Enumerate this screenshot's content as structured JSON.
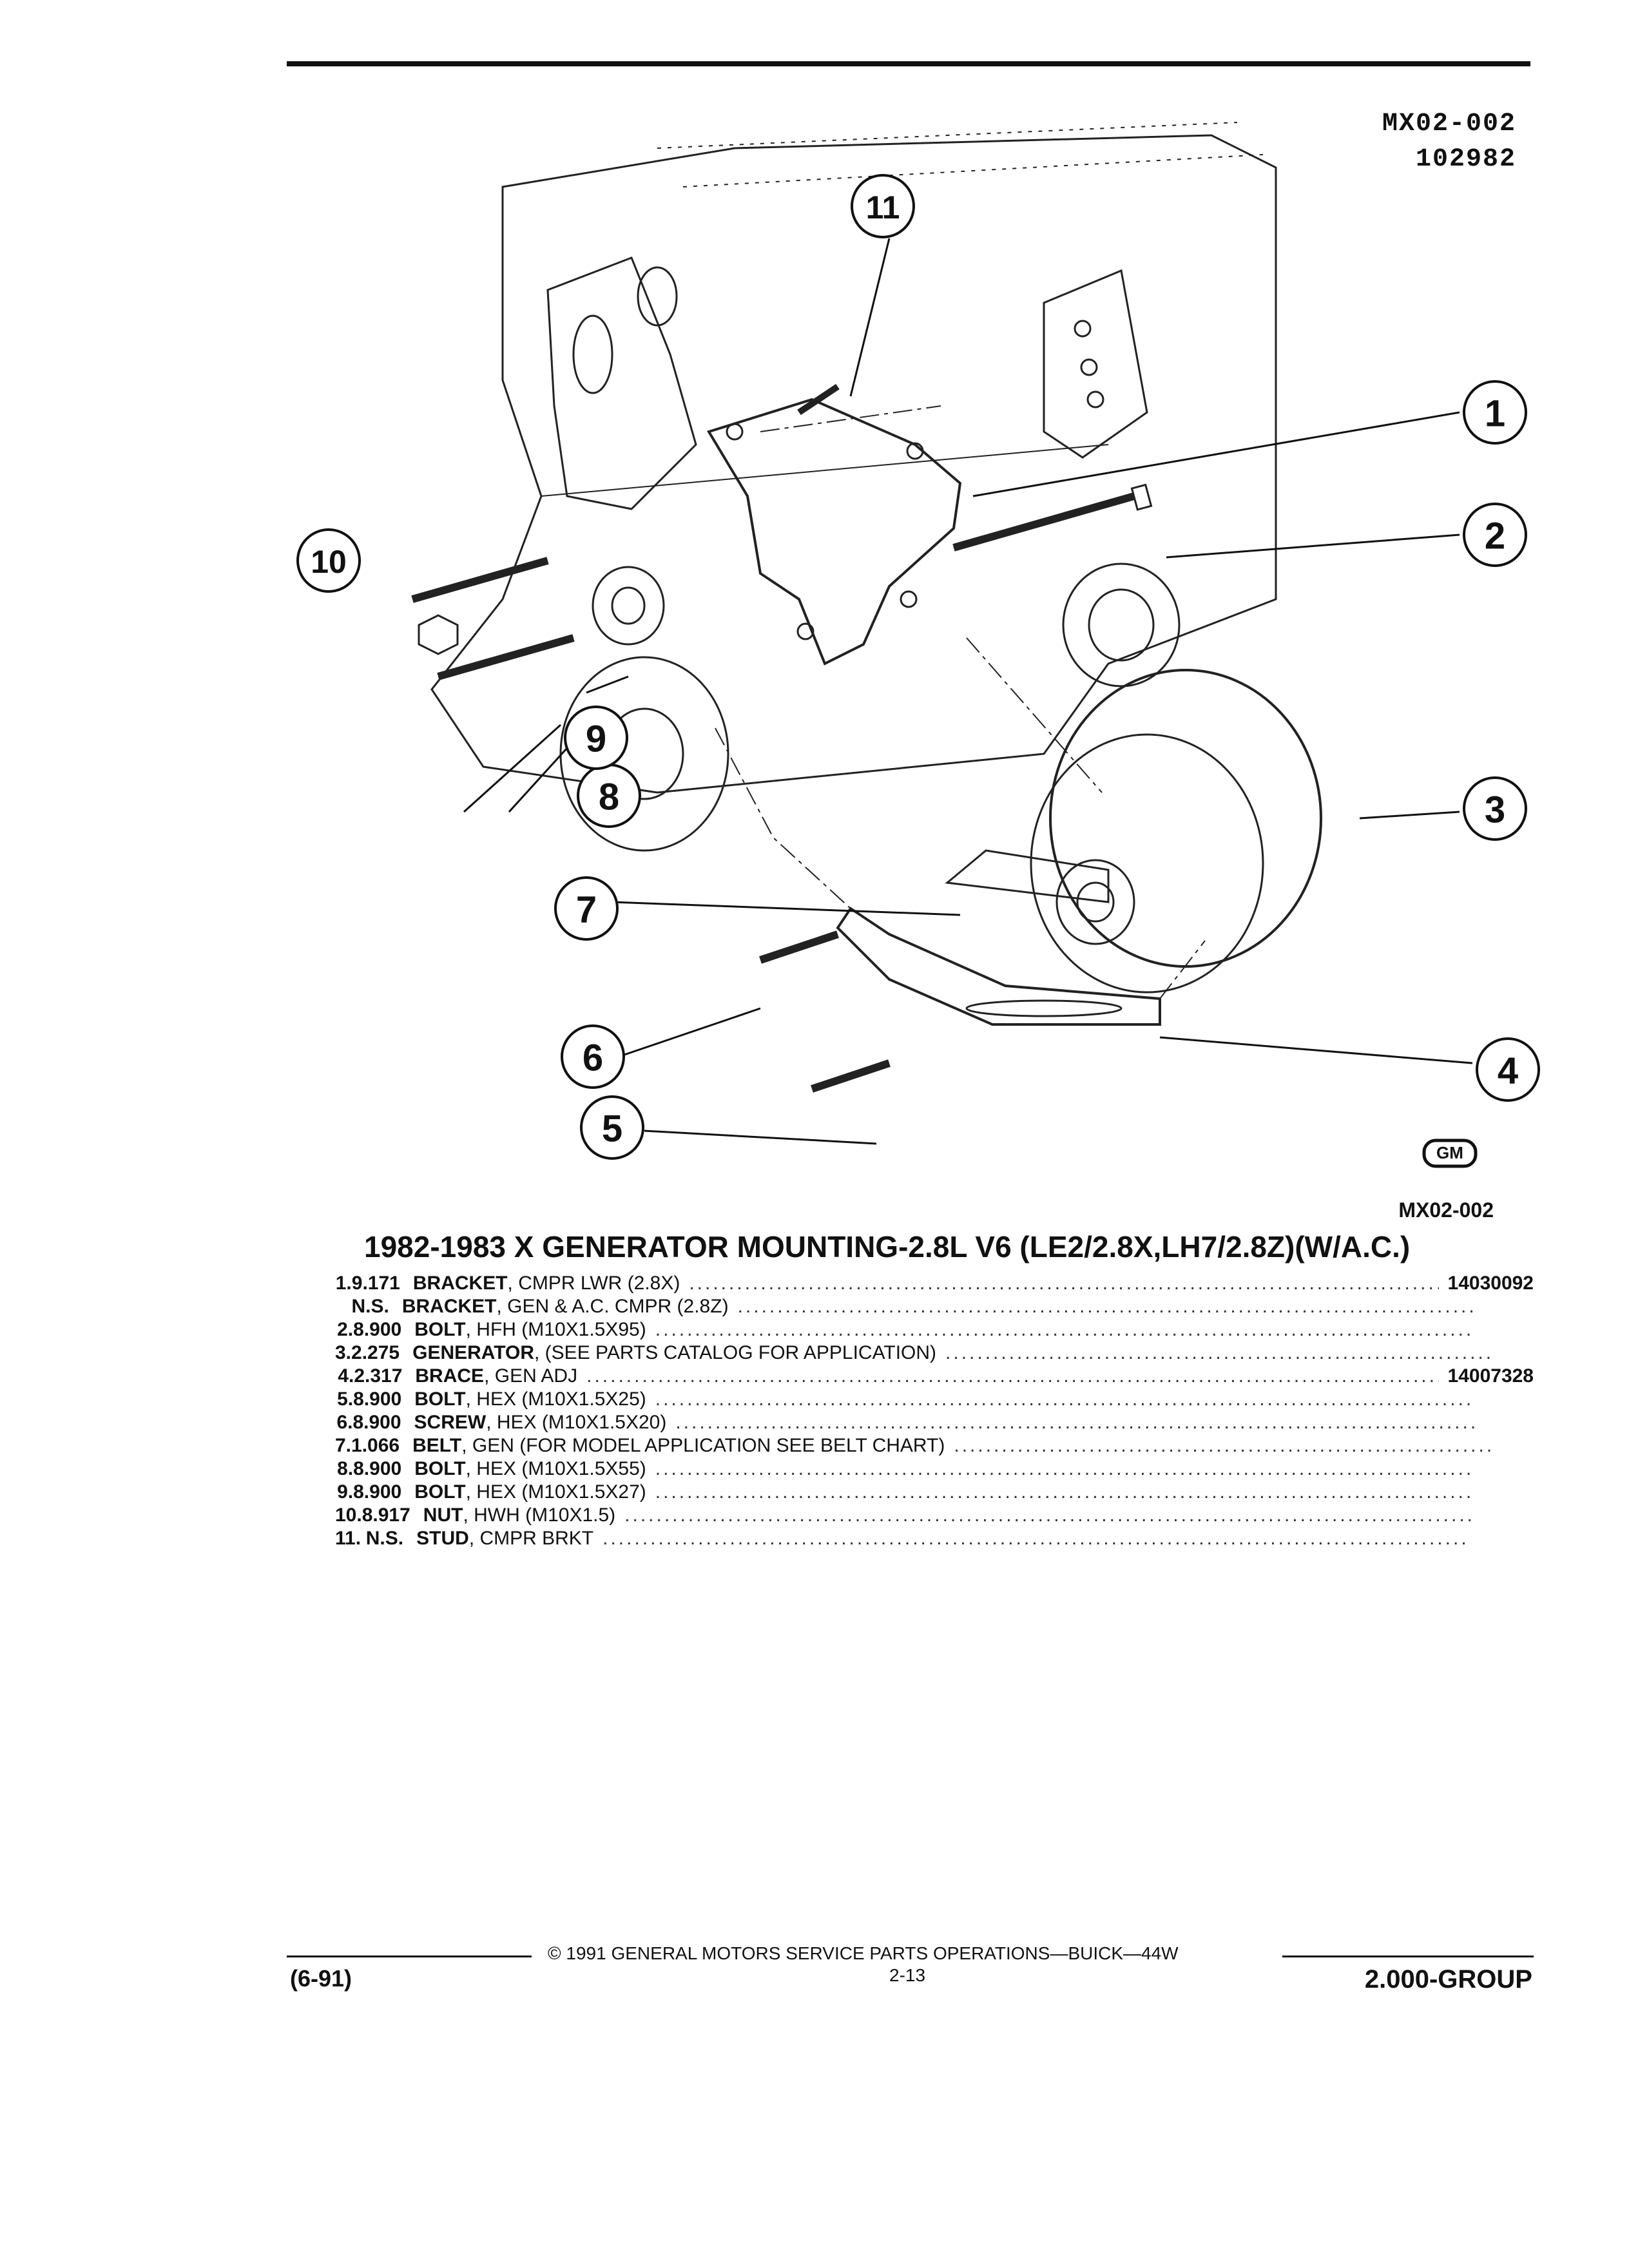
{
  "header": {
    "fig_code": "MX02-002",
    "fig_number": "102982"
  },
  "diagram": {
    "callouts": [
      "1",
      "2",
      "3",
      "4",
      "5",
      "6",
      "7",
      "8",
      "9",
      "10",
      "11"
    ],
    "caption_code": "MX02-002",
    "logo_mark": "GM"
  },
  "title": "1982-1983 X GENERATOR MOUNTING-2.8L V6 (LE2/2.8X,LH7/2.8Z)(W/A.C.)",
  "parts": [
    {
      "num": "1.",
      "code": "9.171",
      "name": "BRACKET",
      "detail": ", CMPR LWR (2.8X)",
      "pn": "14030092"
    },
    {
      "num": "",
      "code": "N.S.",
      "name": "BRACKET",
      "detail": ", GEN & A.C. CMPR (2.8Z)",
      "pn": ""
    },
    {
      "num": "2.",
      "code": "8.900",
      "name": "BOLT",
      "detail": ", HFH (M10X1.5X95)",
      "pn": ""
    },
    {
      "num": "3.",
      "code": "2.275",
      "name": "GENERATOR",
      "detail": ", (SEE PARTS CATALOG FOR APPLICATION)",
      "pn": ""
    },
    {
      "num": "4.",
      "code": "2.317",
      "name": "BRACE",
      "detail": ", GEN ADJ",
      "pn": "14007328"
    },
    {
      "num": "5.",
      "code": "8.900",
      "name": "BOLT",
      "detail": ", HEX (M10X1.5X25)",
      "pn": ""
    },
    {
      "num": "6.",
      "code": "8.900",
      "name": "SCREW",
      "detail": ", HEX (M10X1.5X20)",
      "pn": ""
    },
    {
      "num": "7.",
      "code": "1.066",
      "name": "BELT",
      "detail": ", GEN (FOR MODEL APPLICATION SEE BELT CHART)",
      "pn": ""
    },
    {
      "num": "8.",
      "code": "8.900",
      "name": "BOLT",
      "detail": ", HEX (M10X1.5X55)",
      "pn": ""
    },
    {
      "num": "9.",
      "code": "8.900",
      "name": "BOLT",
      "detail": ", HEX (M10X1.5X27)",
      "pn": ""
    },
    {
      "num": "10.",
      "code": "8.917",
      "name": "NUT",
      "detail": ", HWH (M10X1.5)",
      "pn": ""
    },
    {
      "num": "11.",
      "code": "N.S.",
      "name": "STUD",
      "detail": ", CMPR BRKT",
      "pn": ""
    }
  ],
  "footer": {
    "copyright": "© 1991 GENERAL MOTORS SERVICE PARTS OPERATIONS—BUICK—44W",
    "page": "2-13",
    "date": "(6-91)",
    "group": "2.000-GROUP"
  }
}
